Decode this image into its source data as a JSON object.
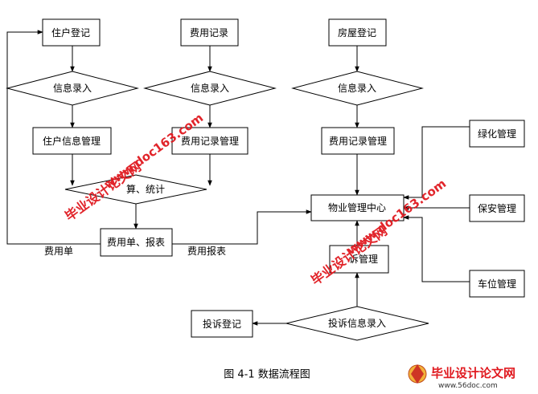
{
  "nodes": {
    "resident_register": "住户登记",
    "fee_record": "费用记录",
    "house_register": "房屋登记",
    "info_entry_1": "信息录入",
    "info_entry_2": "信息录入",
    "info_entry_3": "信息录入",
    "resident_info_mgmt": "住户信息管理",
    "fee_record_mgmt_1": "费用记录管理",
    "fee_record_mgmt_2": "费用记录管理",
    "calc_stats": "算、统计",
    "fee_bill_report": "费用单、报表",
    "property_center": "物业管理中心",
    "complaint_mgmt": "诉管理",
    "complaint_register": "投诉登记",
    "complaint_entry": "投诉信息录入",
    "greening_mgmt": "绿化管理",
    "security_mgmt": "保安管理",
    "parking_mgmt": "车位管理"
  },
  "edge_labels": {
    "fee_bill": "费用单",
    "fee_report": "费用报表"
  },
  "caption": "图 4-1  数据流程图",
  "watermark": {
    "text1": "毕业设计论文网",
    "url1": "www.doc163.com",
    "text2": "毕业设计论文网",
    "url2": "www.doc163.com",
    "logo_text": "毕业设计论文网",
    "logo_url": "www.56doc.com",
    "color": "#e0191f"
  }
}
